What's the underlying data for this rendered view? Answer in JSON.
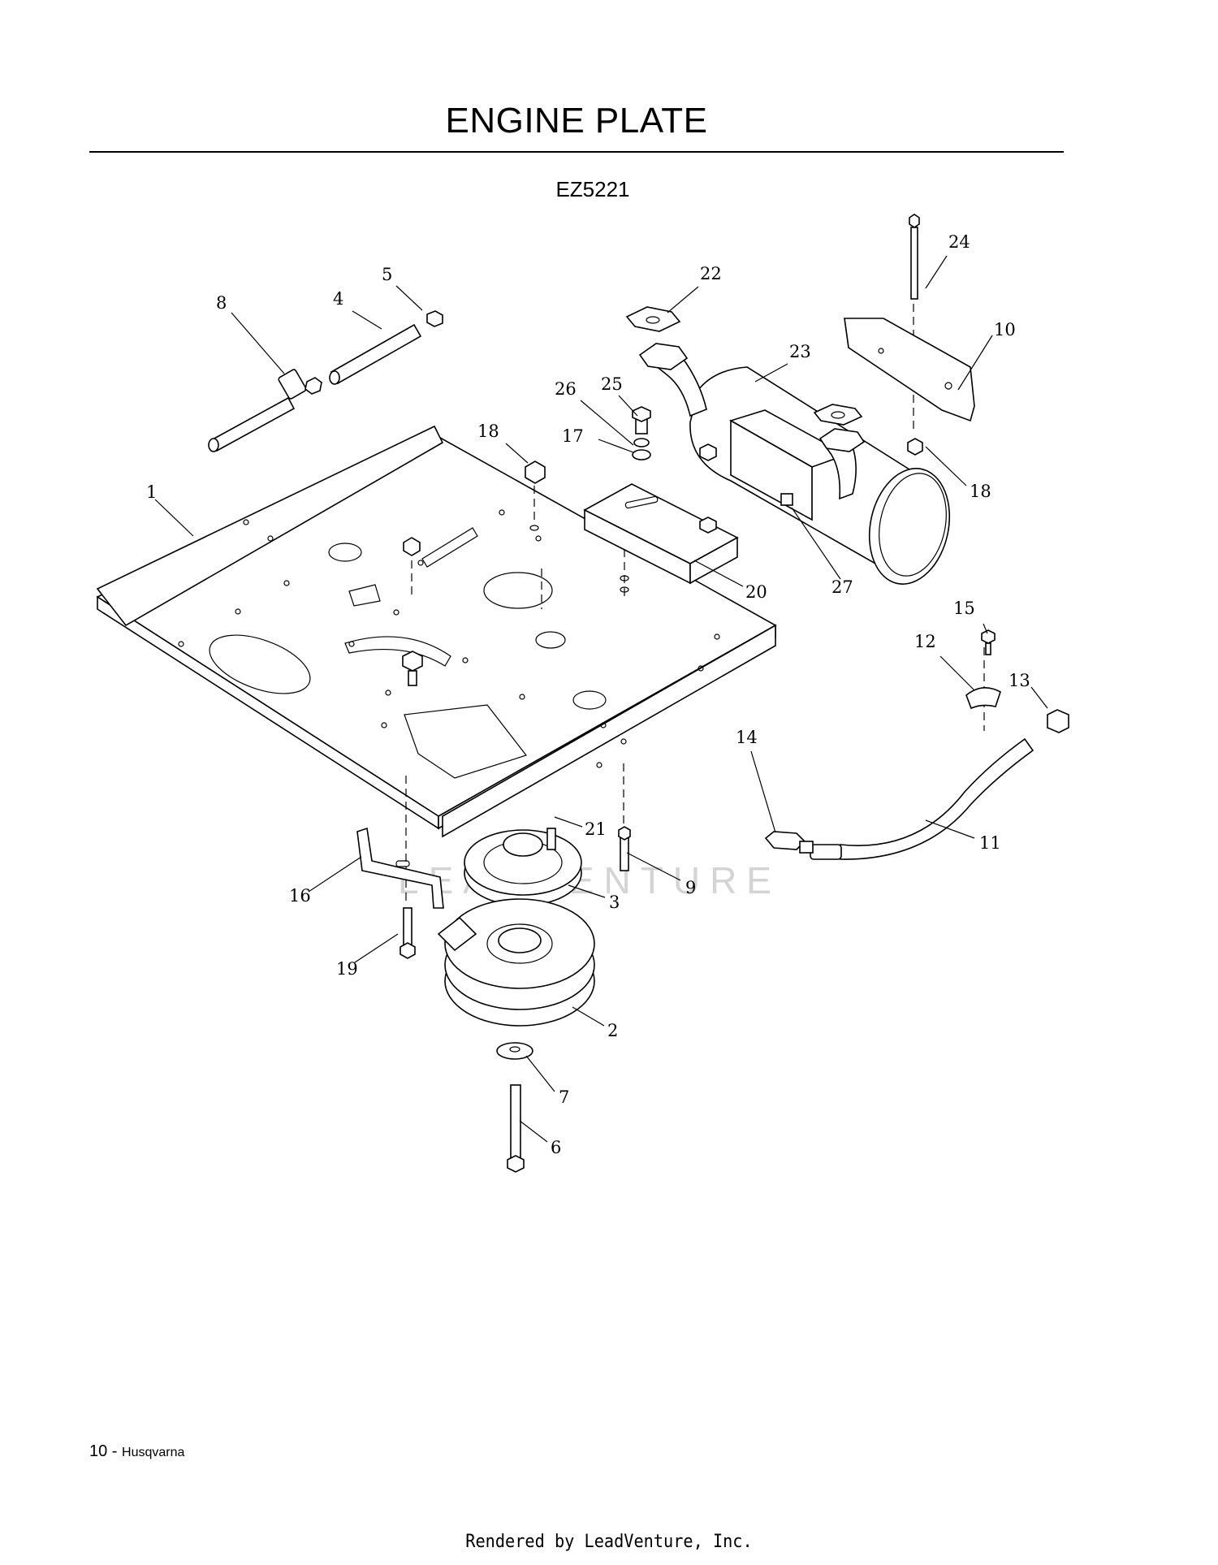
{
  "header": {
    "title": "ENGINE PLATE",
    "model": "EZ5221"
  },
  "callouts": [
    "1",
    "2",
    "3",
    "4",
    "5",
    "6",
    "7",
    "8",
    "9",
    "10",
    "11",
    "12",
    "13",
    "14",
    "15",
    "16",
    "17",
    "18",
    "18",
    "19",
    "20",
    "21",
    "22",
    "23",
    "24",
    "25",
    "26",
    "27"
  ],
  "watermark": {
    "text": "LEADVENTURE"
  },
  "footer": {
    "page_number": "10 - ",
    "brand": "Husqvarna",
    "rendered_by": "Rendered by LeadVenture, Inc."
  }
}
